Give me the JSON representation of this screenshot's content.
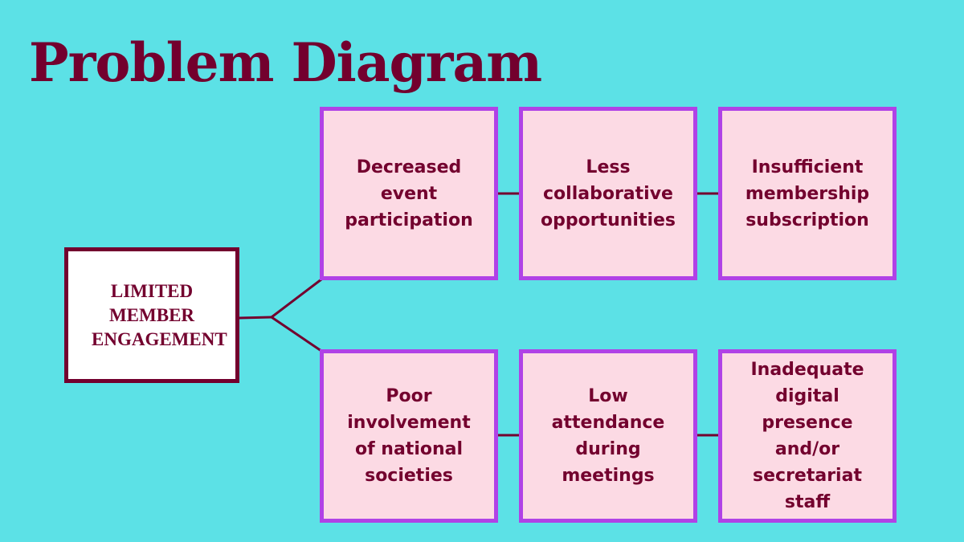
{
  "title": "Problem Diagram",
  "root": {
    "label": "LIMITED MEMBER ENGAGEMENT"
  },
  "top_row": [
    "Decreased event participation",
    "Less collaborative opportunities",
    "Insufficient membership subscription"
  ],
  "bottom_row": [
    "Poor involvement of national societies",
    "Low attendance during meetings",
    "Inadequate digital presence and/or secretariat staff"
  ],
  "colors": {
    "background": "#5ce1e6",
    "title": "#73002e",
    "root_border": "#73002e",
    "root_fill": "#ffffff",
    "box_fill": "#fcdae4",
    "box_border": "#b042e6",
    "connector": "#73002e"
  }
}
